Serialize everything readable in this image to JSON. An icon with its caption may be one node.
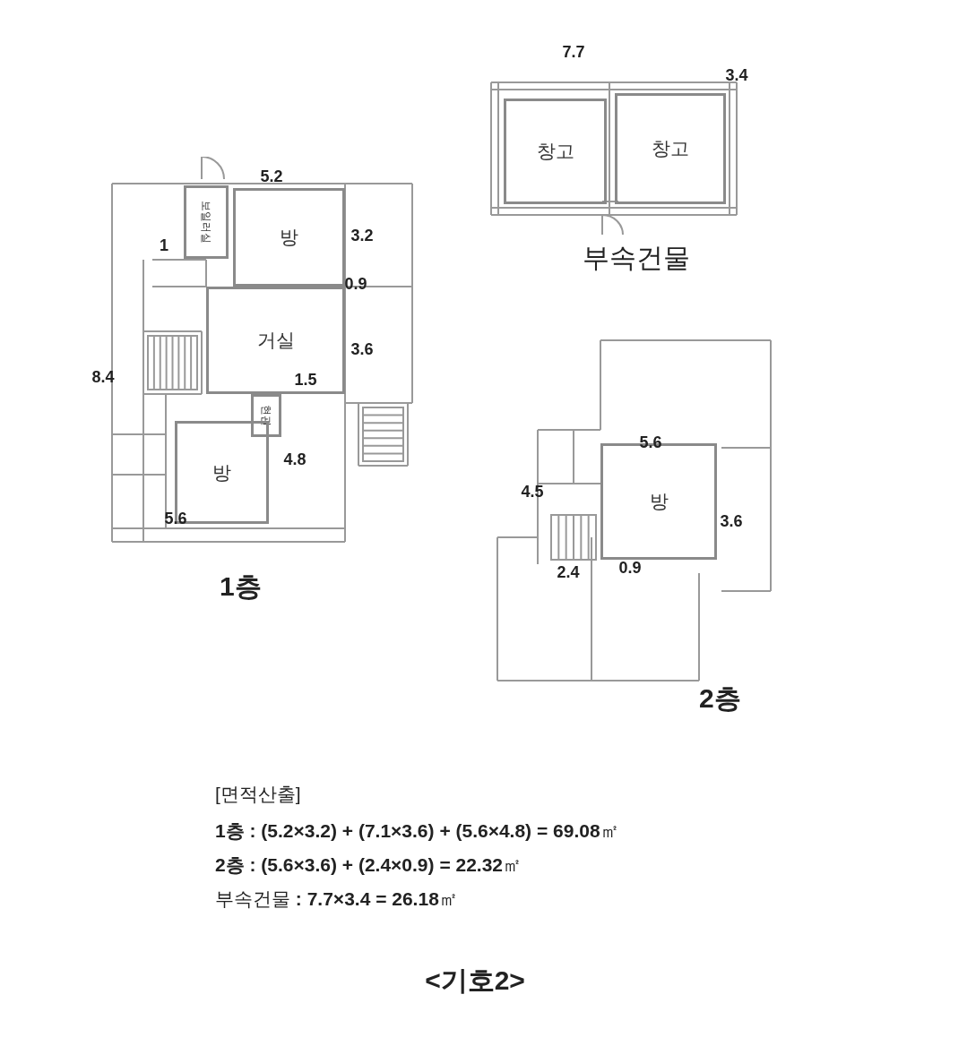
{
  "diagram": {
    "caption": "<기호2>",
    "nodes": [
      {
        "text": [
          "부속건물"
        ]
      },
      {
        "text": [
          "창고"
        ],
        "in": 0
      },
      {
        "text": [
          "창고"
        ],
        "in": 0
      },
      {
        "text": [
          "1층"
        ]
      },
      {
        "text": [
          "보일러실"
        ],
        "in": 3
      },
      {
        "text": [
          "방"
        ],
        "in": 3
      },
      {
        "text": [
          "거실"
        ],
        "in": 3
      },
      {
        "text": [
          "현관"
        ],
        "in": 3
      },
      {
        "text": [
          "방"
        ],
        "in": 3
      },
      {
        "text": [
          "2층"
        ]
      },
      {
        "text": [
          "방"
        ],
        "in": 9
      }
    ],
    "labels": [
      "7.7",
      "3.4",
      "5.2",
      "3.2",
      "1",
      "0.9",
      "3.6",
      "8.4",
      "1.5",
      "5.6",
      "4.8",
      "4.5",
      "3.6",
      "5.6",
      "2.4",
      "0.9",
      "[면적산출]",
      "**1층 : (5.2×3.2) + (7.1×3.6) + (5.6×4.8) = 69.08**㎡",
      "**2층 : (5.6×3.6) + (2.4×0.9) = 22.32**㎡",
      "부속건물 **: 7.7×3.4 = 26.18**㎡"
    ]
  }
}
